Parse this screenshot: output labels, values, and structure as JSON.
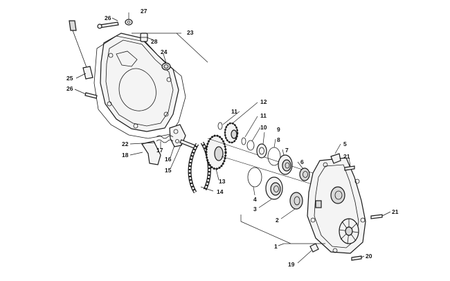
{
  "callouts": {
    "c1": "1",
    "c2": "2",
    "c3": "3",
    "c4": "4",
    "c5": "5",
    "c6": "6",
    "c7": "7",
    "c8": "8",
    "c9": "9",
    "c10": "10",
    "c11a": "11",
    "c11b": "11",
    "c12": "12",
    "c13": "13",
    "c14": "14",
    "c15": "15",
    "c16": "16",
    "c17": "17",
    "c18": "18",
    "c19": "19",
    "c20": "20",
    "c21a": "21",
    "c21b": "21",
    "c22": "22",
    "c23": "23",
    "c24": "24",
    "c25": "25",
    "c26a": "26",
    "c26b": "26",
    "c27": "27",
    "c28": "28"
  }
}
